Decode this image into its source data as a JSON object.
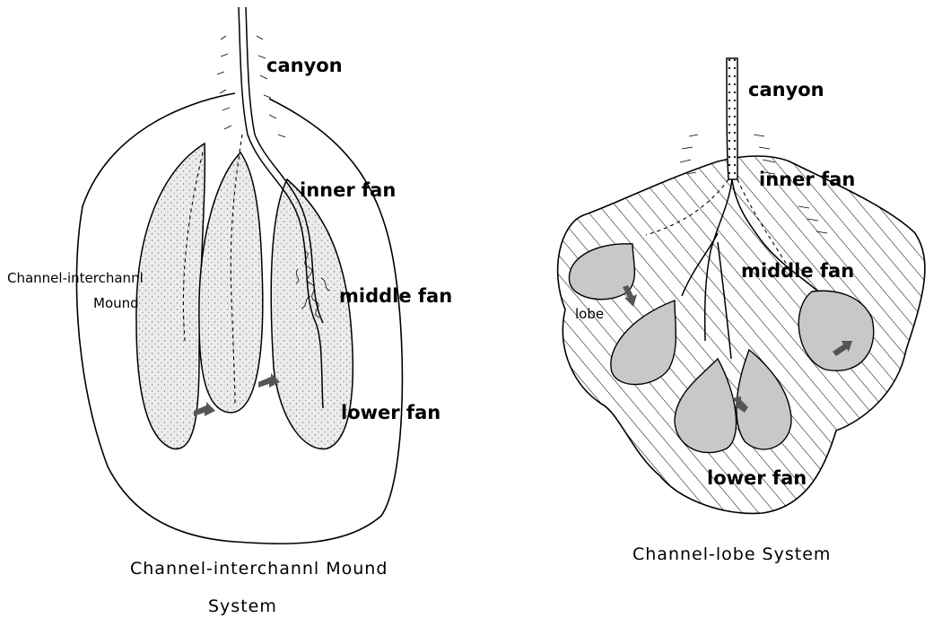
{
  "left_panel": {
    "labels": {
      "canyon": "canyon",
      "inner_fan": "inner fan",
      "middle_fan": "middle fan",
      "lower_fan": "lower fan",
      "mound_line1": "Channel-interchannl",
      "mound_line2": "Mound"
    },
    "caption_line1": "Channel-interchannl Mound",
    "caption_line2": "System"
  },
  "right_panel": {
    "labels": {
      "canyon": "canyon",
      "inner_fan": "inner fan",
      "middle_fan": "middle fan",
      "lower_fan": "lower fan",
      "lobe": "lobe"
    },
    "caption": "Channel-lobe System"
  },
  "colors": {
    "ink": "#000000",
    "lobe_fill": "#c8c8c8",
    "arrow": "#555555"
  }
}
